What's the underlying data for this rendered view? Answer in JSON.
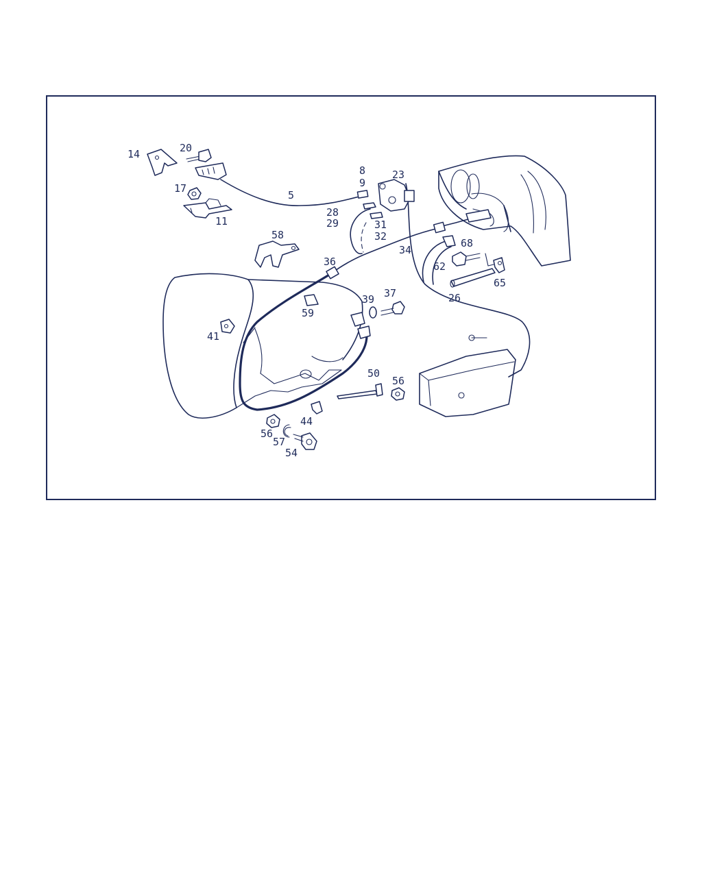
{
  "colors": {
    "ink": "#1e2a5a",
    "paper": "#ffffff"
  },
  "labels": {
    "p14": "14",
    "p20": "20",
    "p17": "17",
    "p11": "11",
    "p5": "5",
    "p8": "8",
    "p9": "9",
    "p23": "23",
    "p28": "28",
    "p29": "29",
    "p31": "31",
    "p32": "32",
    "p34": "34",
    "p58": "58",
    "p36": "36",
    "p68": "68",
    "p62": "62",
    "p65": "65",
    "p26": "26",
    "p39": "39",
    "p37": "37",
    "p59": "59",
    "p41": "41",
    "p50": "50",
    "p56a": "56",
    "p44": "44",
    "p56b": "56",
    "p57": "57",
    "p54": "54"
  }
}
